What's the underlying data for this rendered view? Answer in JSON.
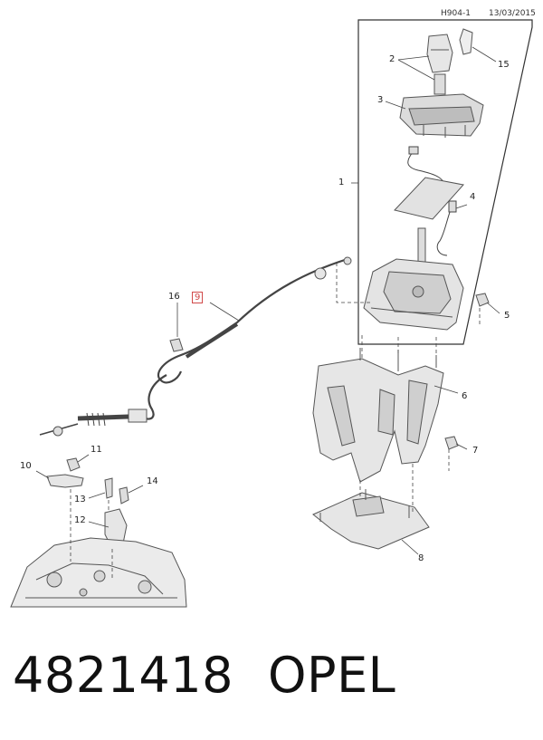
{
  "header": {
    "code": "H904-1",
    "date": "13/03/2015"
  },
  "callouts": {
    "c1": "1",
    "c2": "2",
    "c3": "3",
    "c4": "4",
    "c5": "5",
    "c6": "6",
    "c7": "7",
    "c8": "8",
    "c9": "9",
    "c10": "10",
    "c11": "11",
    "c12": "12",
    "c13": "13",
    "c14": "14",
    "c15": "15",
    "c16": "16"
  },
  "footer": {
    "part_number": "4821418",
    "brand": "OPEL"
  },
  "colors": {
    "line": "#333333",
    "part_fill": "#e9e9e9",
    "part_stroke": "#555555",
    "highlight": "#d14a4a"
  }
}
